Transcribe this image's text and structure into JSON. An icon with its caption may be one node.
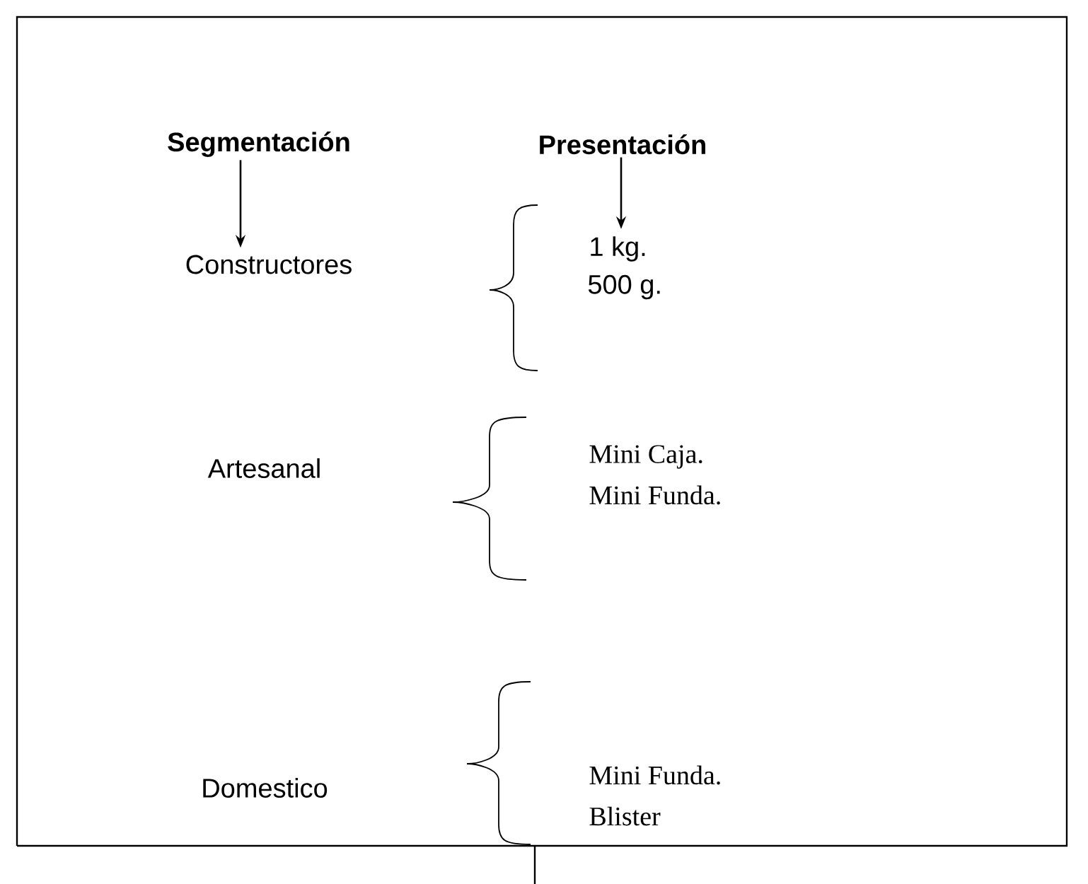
{
  "diagram": {
    "nodes": [
      {
        "text": [
          "Segmentación"
        ]
      },
      {
        "text": [
          "Presentación"
        ]
      },
      {
        "text": [
          "Constructores"
        ]
      },
      {
        "text": [
          "1 kg."
        ]
      }
    ],
    "edges": [
      {
        "from": 0,
        "to": 2,
        "arrow": "to"
      },
      {
        "from": 1,
        "to": 3,
        "arrow": "to"
      }
    ],
    "labels": [
      "500 g.",
      "Artesanal",
      "Mini Caja.",
      "Mini Funda.",
      "Domestico",
      "Mini Funda.",
      "Blister"
    ]
  }
}
